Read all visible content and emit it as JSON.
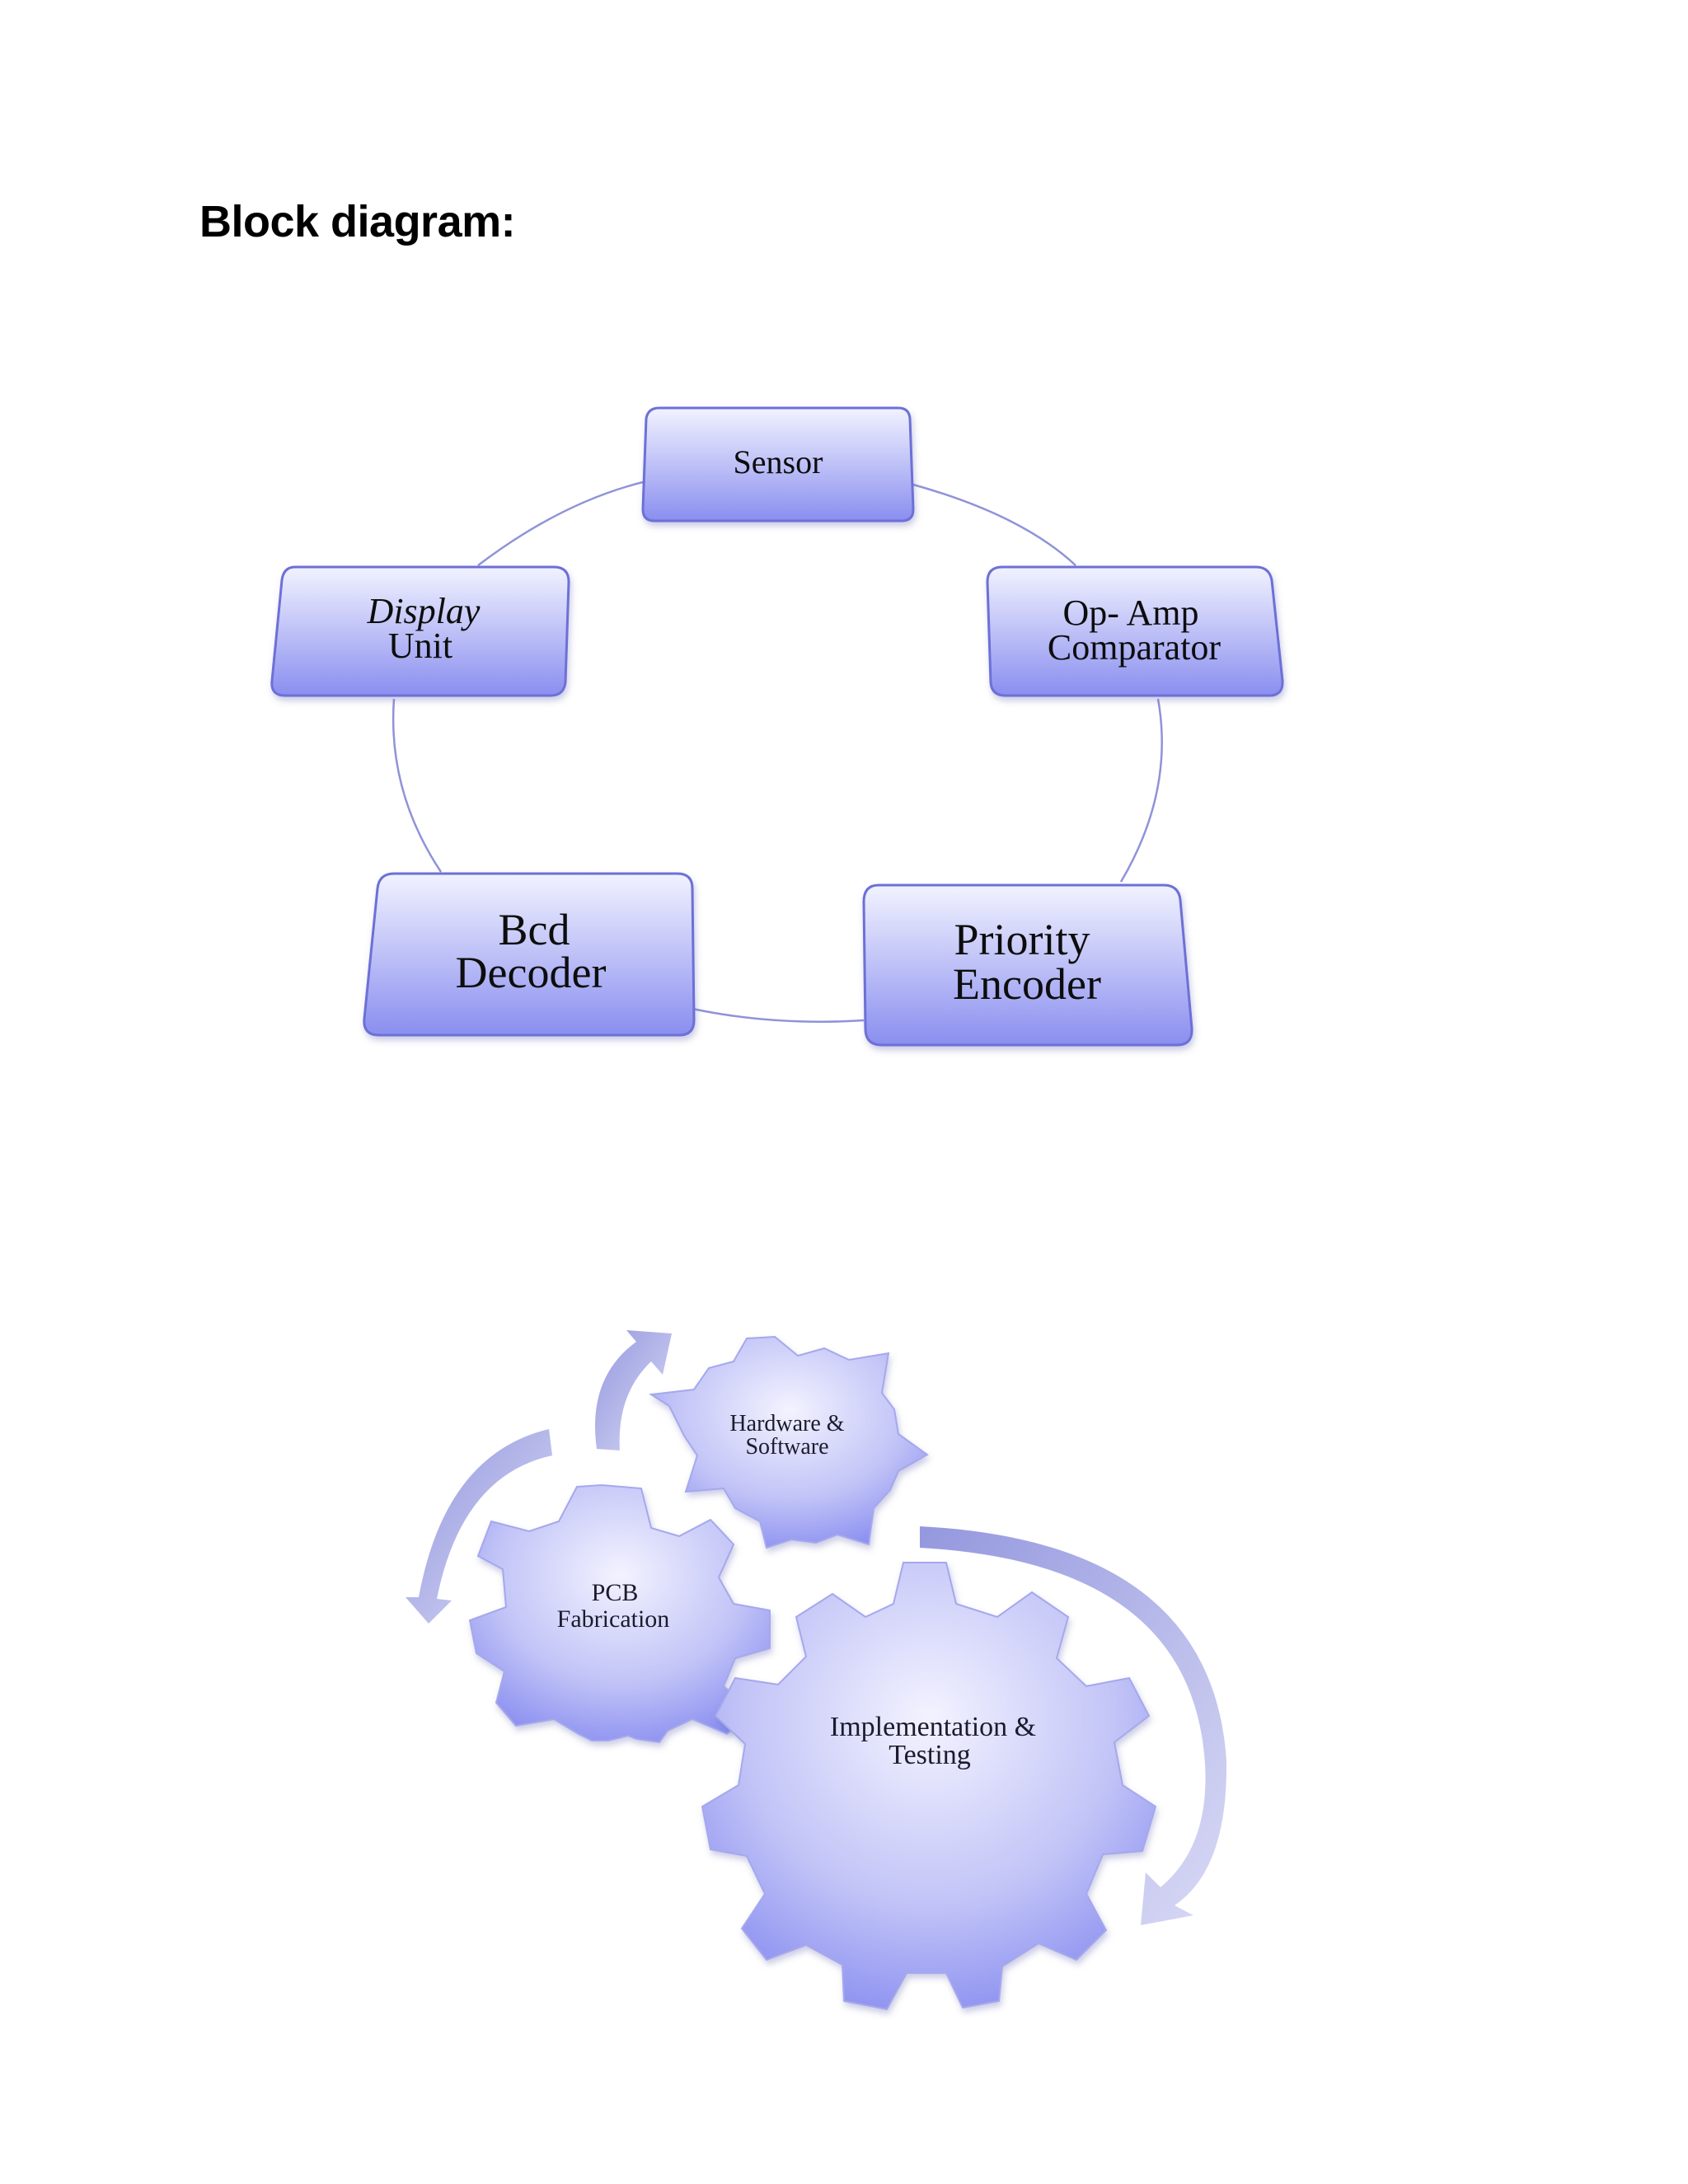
{
  "heading": "Block diagram:",
  "cycle_diagram": {
    "blocks": [
      {
        "id": "sensor",
        "lines": [
          "Sensor"
        ]
      },
      {
        "id": "op-amp-comparator",
        "lines": [
          "Op- Amp",
          "Comparator"
        ]
      },
      {
        "id": "priority-encoder",
        "lines": [
          "Priority",
          "Encoder"
        ]
      },
      {
        "id": "bcd-decoder",
        "lines": [
          "Bcd",
          "Decoder"
        ]
      },
      {
        "id": "display-unit",
        "lines": [
          "Display",
          "Unit"
        ]
      }
    ]
  },
  "gear_diagram": {
    "gears": [
      {
        "id": "hardware-software",
        "lines": [
          "Hardware &",
          "Software"
        ]
      },
      {
        "id": "pcb-fabrication",
        "lines": [
          "PCB",
          "Fabrication"
        ]
      },
      {
        "id": "implementation-testing",
        "lines": [
          "Implementation &",
          "Testing"
        ]
      }
    ]
  },
  "colors": {
    "block_fill_top": "#eef0ff",
    "block_fill_bottom": "#8b8ff0",
    "block_stroke": "#6d70d6",
    "connector": "#8f93d8",
    "gear_fill_top": "#f0f0ff",
    "gear_fill_bottom": "#7f84ee",
    "arrow_fill": "#b3b6ea"
  }
}
